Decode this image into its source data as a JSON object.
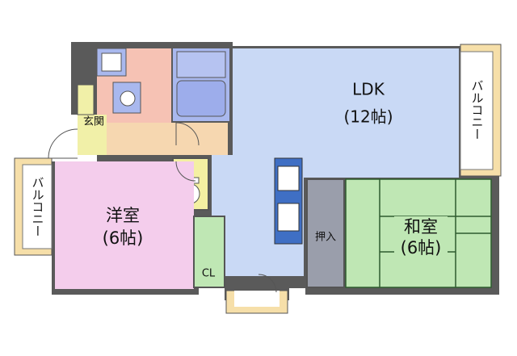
{
  "rooms": {
    "ldk_name": "LDK",
    "ldk_size": "(12帖)",
    "western_name": "洋室",
    "western_size": "(6帖)",
    "japanese_name": "和室",
    "japanese_size": "(6帖)",
    "entrance": "玄関",
    "closet": "押入",
    "cl": "CL",
    "balcony_left": "バルコニー",
    "balcony_right": "バルコニー"
  },
  "colors": {
    "wall": "#555555",
    "ldk": "#c9d9f5",
    "western": "#f4cdec",
    "japanese": "#bfe7b4",
    "tatami_line": "#2e5c2e",
    "bath": "#a9b8ee",
    "washroom": "#f6c2b4",
    "hall": "#f6d7b0",
    "entrance": "#f1f0a8",
    "balcony": "#f6dfa9",
    "closet": "#9a9eab",
    "cl": "#bfe7b4",
    "kitchen": "#3f6fc4",
    "toilet_room": "#f4f0a2"
  }
}
